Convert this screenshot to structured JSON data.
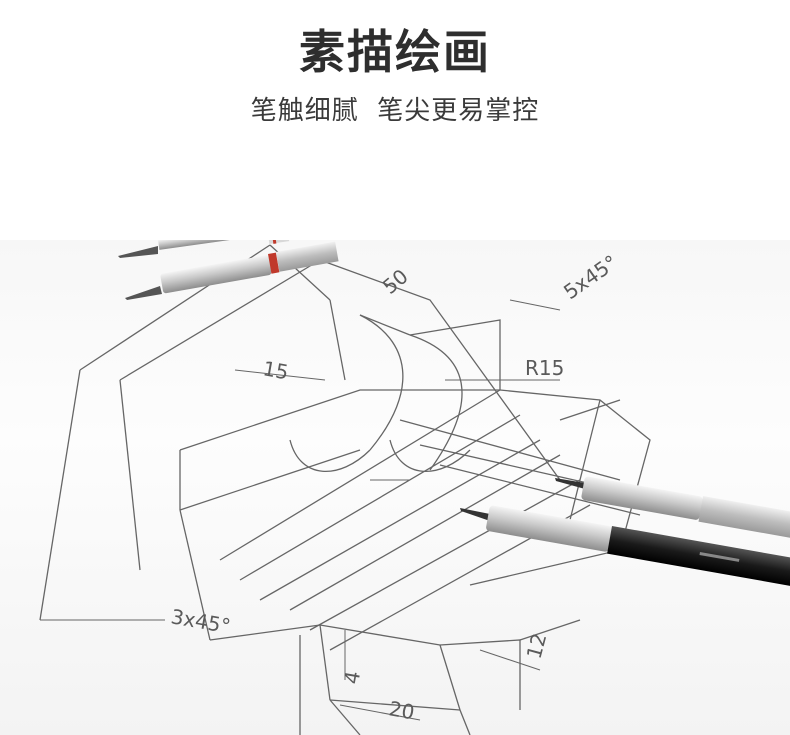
{
  "header": {
    "title": "素描绘画",
    "subtitle": "笔触细腻  笔尖更易掌控"
  },
  "drawing": {
    "dimensions": {
      "d50": "50",
      "d15": "15",
      "r15": "R15",
      "chamfer_top": "5x45°",
      "chamfer_left": "3x45°",
      "d12": "12",
      "d4": "4",
      "d20": "20"
    }
  }
}
